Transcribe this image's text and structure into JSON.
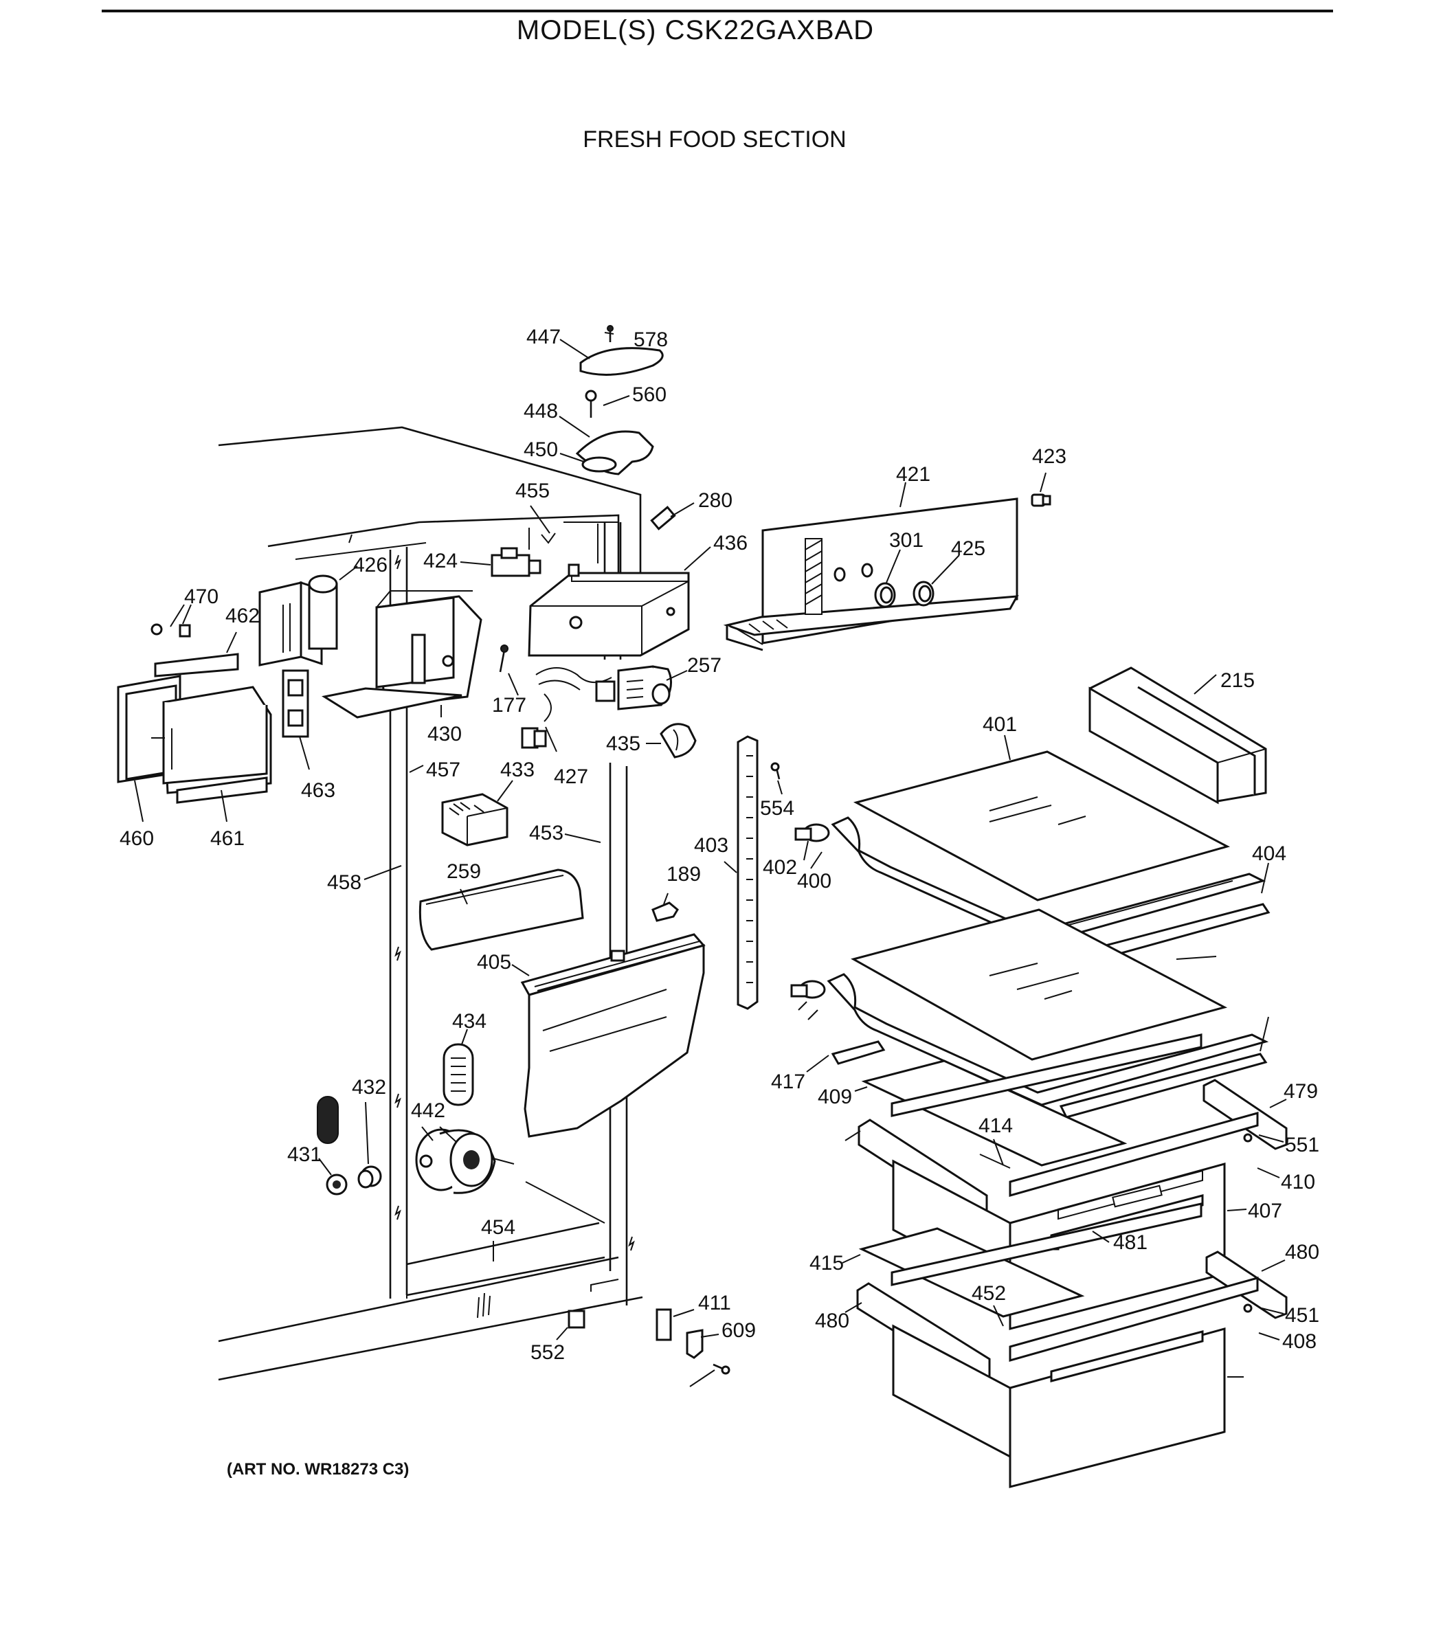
{
  "header": {
    "model": "MODEL(S) CSK22GAXBAD",
    "section": "FRESH FOOD SECTION"
  },
  "footer": {
    "art_no": "(ART NO. WR18273 C3)"
  },
  "callouts": [
    "447",
    "578",
    "560",
    "448",
    "450",
    "455",
    "280",
    "421",
    "423",
    "424",
    "426",
    "436",
    "301",
    "425",
    "470",
    "462",
    "257",
    "215",
    "177",
    "401",
    "430",
    "435",
    "457",
    "433",
    "427",
    "463",
    "554",
    "460",
    "461",
    "453",
    "403",
    "189",
    "402",
    "400",
    "404",
    "458",
    "259",
    "405",
    "434",
    "417",
    "409",
    "479",
    "432",
    "442",
    "414",
    "551",
    "431",
    "410",
    "407",
    "454",
    "481",
    "480",
    "415",
    "452",
    "451",
    "411",
    "609",
    "408",
    "552"
  ],
  "icons": [
    "screw-icon",
    "fan-icon",
    "light-socket-icon",
    "control-knob-icon"
  ]
}
